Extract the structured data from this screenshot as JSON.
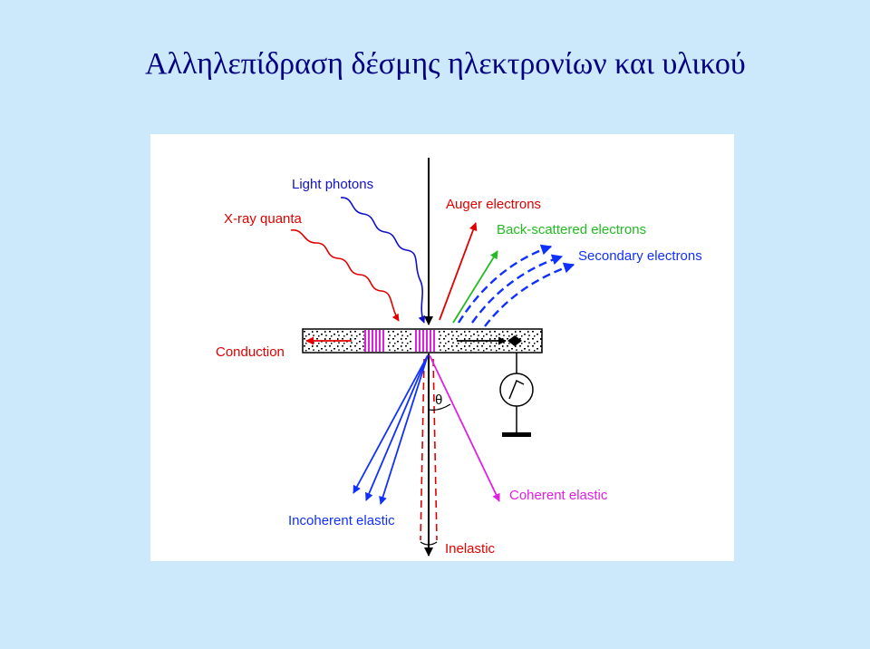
{
  "slide": {
    "title": "Αλληλεπίδραση δέσμης ηλεκτρονίων και υλικού"
  },
  "diagram": {
    "labels": {
      "light_photons": "Light photons",
      "xray_quanta": "X-ray quanta",
      "auger_electrons": "Auger electrons",
      "backscattered_electrons": "Back-scattered electrons",
      "secondary_electrons": "Secondary electrons",
      "conduction": "Conduction",
      "theta": "θ",
      "coherent_elastic": "Coherent elastic",
      "incoherent_elastic": "Incoherent elastic",
      "inelastic": "Inelastic"
    },
    "colors": {
      "background": "#cce9fb",
      "title": "#000080",
      "incident": "#000000",
      "xray": "#e00000",
      "light": "#1010cc",
      "auger": "#e00000",
      "backscattered": "#22bb22",
      "secondary": "#1030ff",
      "conduction": "#e00000",
      "coherent": "#e020e0",
      "incoherent": "#1030ff",
      "inelastic": "#e00000"
    }
  }
}
